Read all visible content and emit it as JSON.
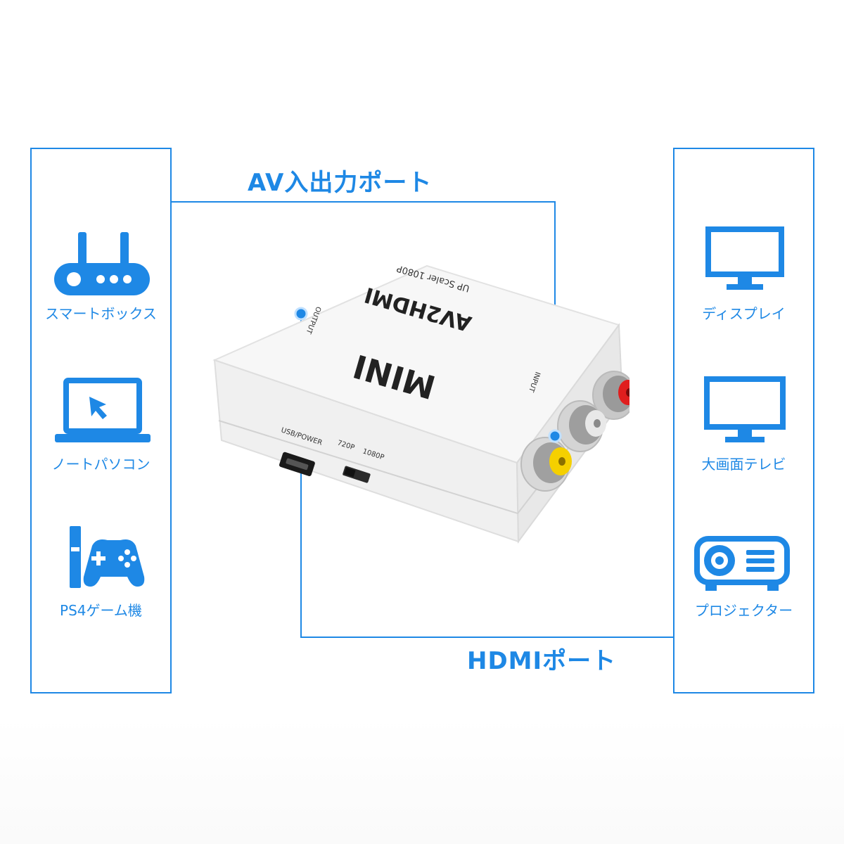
{
  "left_panel": {
    "items": [
      {
        "label": "スマートボックス",
        "icon": "router-icon"
      },
      {
        "label": "ノートパソコン",
        "icon": "laptop-icon"
      },
      {
        "label": "PS4ゲーム機",
        "icon": "game-console-icon"
      }
    ]
  },
  "right_panel": {
    "items": [
      {
        "label": "ディスプレイ",
        "icon": "monitor-icon"
      },
      {
        "label": "大画面テレビ",
        "icon": "tv-icon"
      },
      {
        "label": "プロジェクター",
        "icon": "projector-icon"
      }
    ]
  },
  "callouts": {
    "av_port": "AV入出力ポート",
    "hdmi_port": "HDMIポート"
  },
  "device": {
    "brand": "MINI",
    "model": "AV2HDMI",
    "feature": "UP Scaler 1080P",
    "output_label": "OUTPUT",
    "input_label": "INPUT",
    "usb_label": "USB/POWER",
    "res_low": "720P",
    "res_high": "1080P"
  },
  "colors": {
    "accent": "#1e88e5",
    "rca_red": "#e01e1e",
    "rca_white": "#e8e8e8",
    "rca_yellow": "#f5d000"
  }
}
